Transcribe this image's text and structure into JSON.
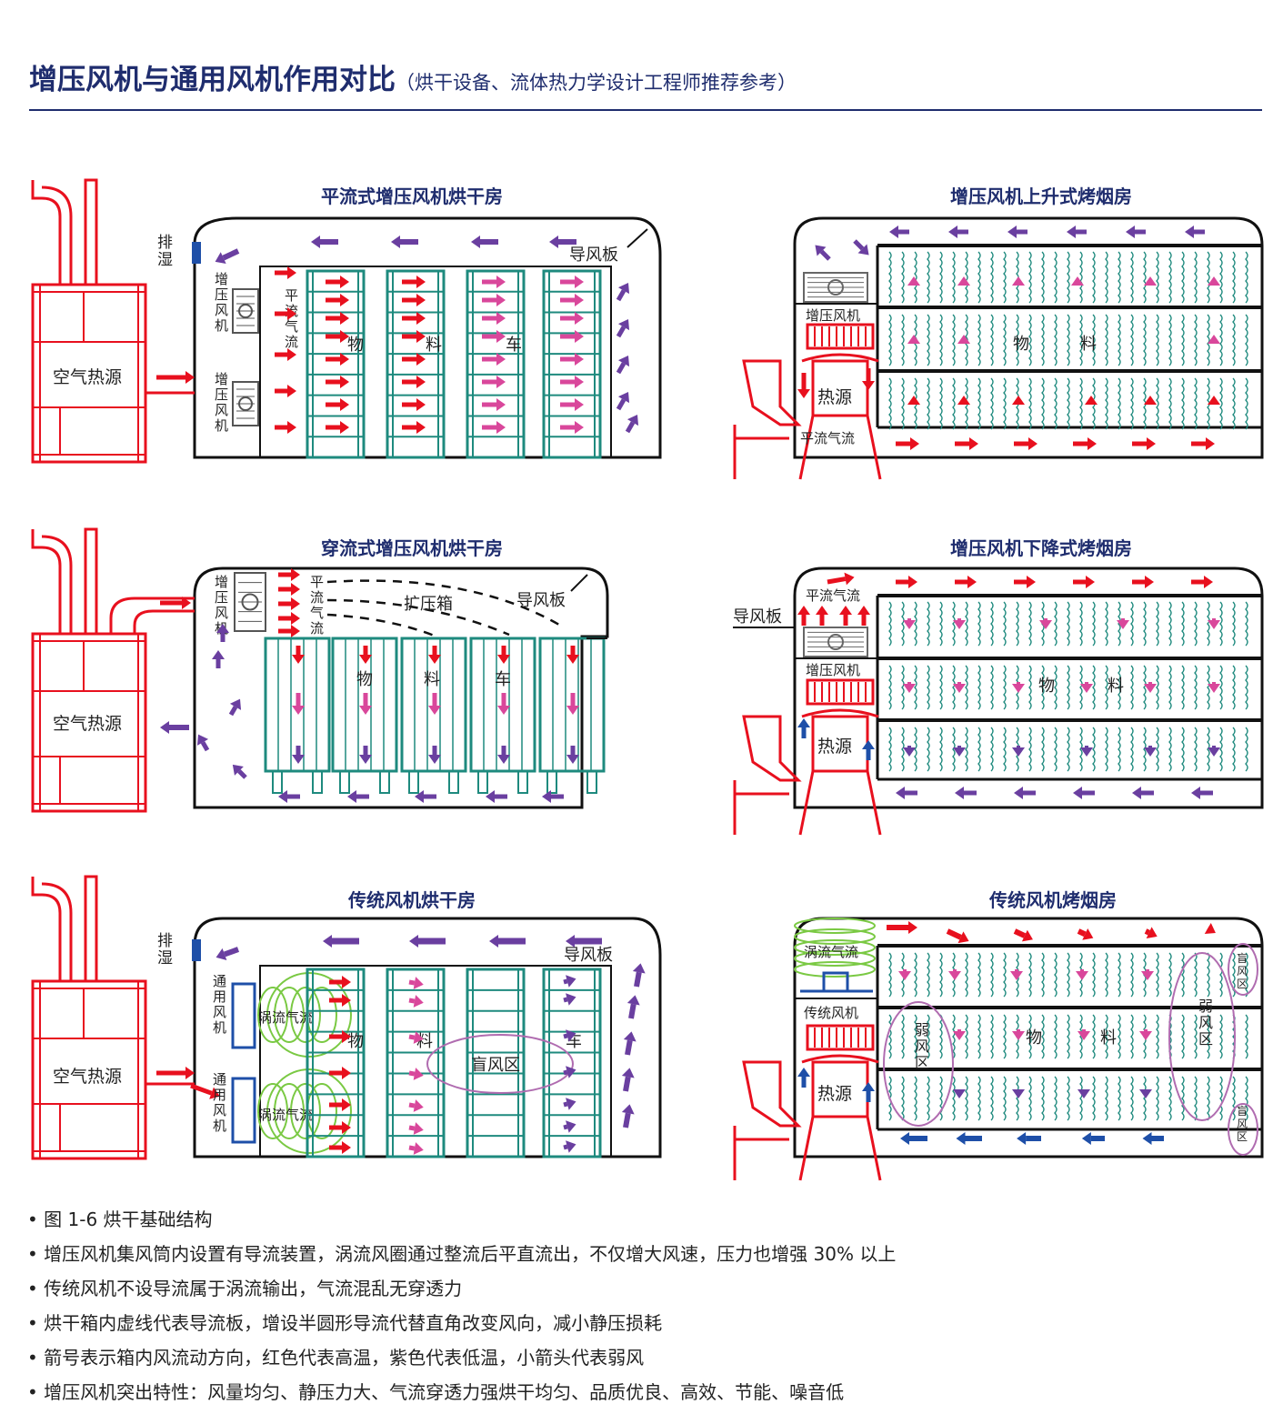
{
  "header": {
    "title": "增压风机与通用风机作用对比",
    "subtitle": "（烘干设备、流体热力学设计工程师推荐参考）"
  },
  "panels": {
    "p1": {
      "title": "平流式增压风机烘干房",
      "heat": "空气热源",
      "exhaust": "排湿",
      "deflector": "导风板",
      "fan": "增压风机",
      "flow": "平流气流",
      "cargo": [
        "物",
        "料",
        "车"
      ]
    },
    "p2": {
      "title": "增压风机上升式烤烟房",
      "fan": "增压风机",
      "heat": "热源",
      "flow": "平流气流",
      "cargo": [
        "物",
        "料"
      ]
    },
    "p3": {
      "title": "穿流式增压风机烘干房",
      "heat": "空气热源",
      "fan": "增压风机",
      "flow": "平流气流",
      "box": "扩压箱",
      "deflector": "导风板",
      "cargo": [
        "物",
        "料",
        "车"
      ]
    },
    "p4": {
      "title": "增压风机下降式烤烟房",
      "deflector": "导风板",
      "flow": "平流气流",
      "fan": "增压风机",
      "heat": "热源",
      "cargo": [
        "物",
        "料"
      ]
    },
    "p5": {
      "title": "传统风机烘干房",
      "heat": "空气热源",
      "exhaust": "排湿",
      "deflector": "导风板",
      "fan": "通用风机",
      "vortex": "涡流气流",
      "blind": "盲风区",
      "cargo": [
        "物",
        "料",
        "车"
      ]
    },
    "p6": {
      "title": "传统风机烤烟房",
      "vortex": "涡流气流",
      "fan": "传统风机",
      "heat": "热源",
      "weak": "弱风区",
      "blind": "盲风区",
      "cargo": [
        "物",
        "料"
      ]
    }
  },
  "notes": [
    "图 1-6 烘干基础结构",
    "增压风机集风筒内设置有导流装置，涡流风圈通过整流后平直流出，不仅增大风速，压力也增强 30% 以上",
    "传统风机不设导流属于涡流输出，气流混乱无穿透力",
    "烘干箱内虚线代表导流板，增设半圆形导流代替直角改变风向，减小静压损耗",
    "箭号表示箱内风流动方向，红色代表高温，紫色代表低温，小箭头代表弱风",
    "增压风机突出特性：风量均匀、静压力大、气流穿透力强烘干均匀、品质优良、高效、节能、噪音低"
  ],
  "colors": {
    "heat": "#e8101e",
    "cold": "#6a3fa0",
    "rack": "#1e8a7e",
    "title": "#1f2d6e",
    "fan": "#1e4fa8",
    "mid": "#d9479b"
  }
}
